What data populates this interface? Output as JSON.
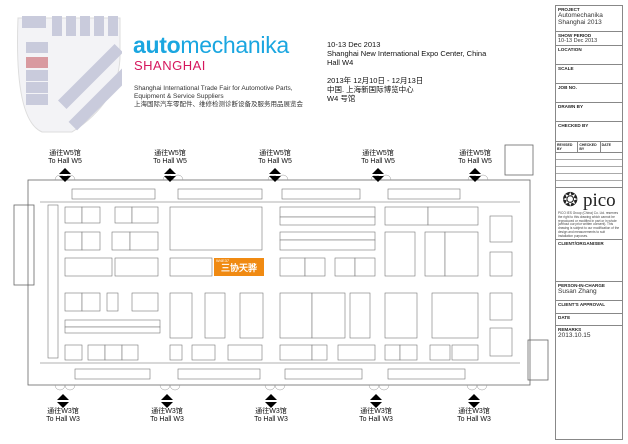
{
  "header": {
    "logo_bold": "auto",
    "logo_rest": "mechanika",
    "logo_city": "SHANGHAI",
    "subtitle_en_1": "Shanghai International Trade Fair for Automotive Parts,",
    "subtitle_en_2": "Equipment & Service Suppliers",
    "subtitle_cn": "上海国际汽车零配件、维修检测诊断设备及服务用品展览会",
    "dates_en": "10-13 Dec 2013",
    "venue_en": "Shanghai New International Expo Center, China",
    "hall_en": "Hall W4",
    "dates_cn": "2013年 12月10日 - 12月13日",
    "venue_cn": "中国. 上海新国际博览中心",
    "hall_cn": "W4 号馆"
  },
  "title_block": {
    "project_label": "PROJECT",
    "project_value": "Automechanika Shanghai 2013",
    "show_period_label": "SHOW PERIOD",
    "show_period_value": "10-13 Dec 2013",
    "location_label": "LOCATION",
    "scale_label": "SCALE",
    "job_no_label": "JOB NO.",
    "drawn_by_label": "DRAWN BY",
    "checked_by_label": "CHECKED BY",
    "rev_cols": [
      "REVISED BY",
      "CHECKED BY",
      "DATE"
    ],
    "company": "pico",
    "disclaimer": "PICO IES Group (China) Co. Ltd. reserves the right to this drawing which cannot be reproduced or modified in part or in whole (without our prior written consent). This drawing is subject to our modification of the design and measurements to suit installation purposes.",
    "client_label": "CLIENT/ORGANISER",
    "person_label": "PERSON-IN-CHARGE",
    "person_value": "Susan Zhang",
    "approval_label": "CLIENT'S APPROVAL",
    "date_label": "DATE",
    "remarks_label": "REMARKS",
    "remarks_value": "2013.10.15"
  },
  "floorplan": {
    "to_w5_cn": "通往W5馆",
    "to_w5_en": "To Hall W5",
    "to_w3_cn": "通往W3馆",
    "to_w3_en": "To Hall W3",
    "highlight_booth_code": "W4E37",
    "highlight_booth_name": "三协天骅",
    "highlight_color": "#f08a12"
  }
}
